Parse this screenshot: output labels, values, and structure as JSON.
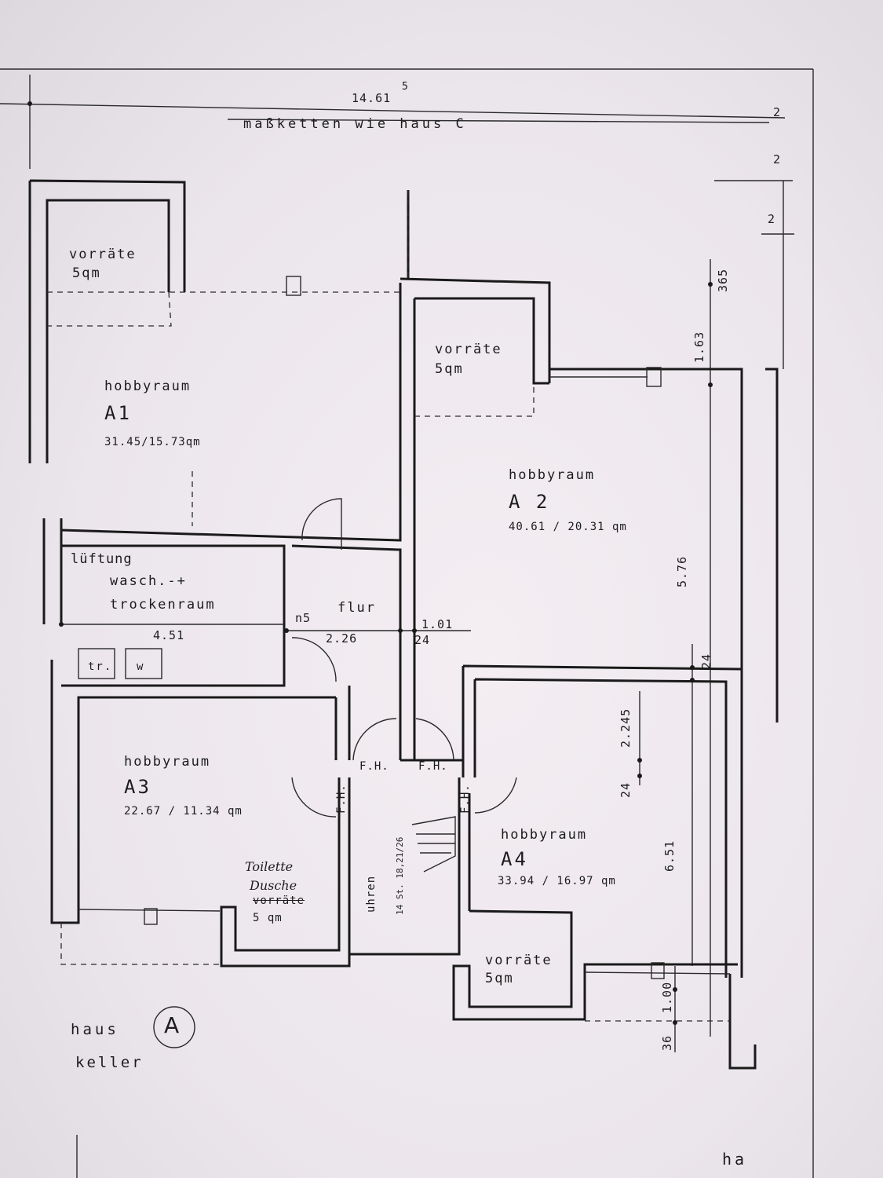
{
  "header": {
    "total_width": "14.61",
    "total_width_sup": "5",
    "note": "maßketten wie haus C"
  },
  "rooms": {
    "a1": {
      "label": "hobbyraum",
      "id": "A1",
      "area": "31.45/15.73qm"
    },
    "a2": {
      "label": "hobbyraum",
      "id": "A 2",
      "area": "40.61 / 20.31 qm"
    },
    "a3": {
      "label": "hobbyraum",
      "id": "A3",
      "area": "22.67 / 11.34 qm"
    },
    "a4": {
      "label": "hobbyraum",
      "id": "A4",
      "area": "33.94 / 16.97 qm"
    },
    "storage_top_left": {
      "label": "vorräte",
      "area": "5qm"
    },
    "storage_a2": {
      "label": "vorräte",
      "area": "5qm"
    },
    "storage_a4": {
      "label": "vorräte",
      "area": "5qm"
    },
    "toilet": {
      "handwritten_1": "Toilette",
      "handwritten_2": "Dusche",
      "struck": "vorräte",
      "area": "5 qm"
    },
    "laundry": {
      "vent": "lüftung",
      "line1": "wasch.-+",
      "line2": "trockenraum"
    },
    "hall": {
      "label": "flur"
    },
    "clocks": {
      "label": "uhren"
    },
    "stairs": {
      "label": "14 St. 18,21/26"
    }
  },
  "fixtures": {
    "dryer": "tr.",
    "washer": "w"
  },
  "doors": {
    "fh_left": "F.H.",
    "fh_right": "F.H.",
    "fh_a3": "F.H.",
    "fh_a4": "F.H."
  },
  "dimensions": {
    "d_451": "4.51",
    "d_226": "2.26",
    "d_101": "1.01",
    "d_24_a": "24",
    "d_24_b": "24",
    "d_24_c": "24",
    "d_n5": "n5",
    "d_576": "5.76",
    "d_163": "1.63",
    "d_365": "365",
    "d_2245": "2.245",
    "d_651": "6.51",
    "d_100": "1.00",
    "d_36": "36",
    "d_2a": "2",
    "d_2b": "2",
    "d_2c": "2"
  },
  "footer": {
    "house_prefix": "haus",
    "house_letter": "A",
    "floor": "keller",
    "corner": "ha"
  }
}
